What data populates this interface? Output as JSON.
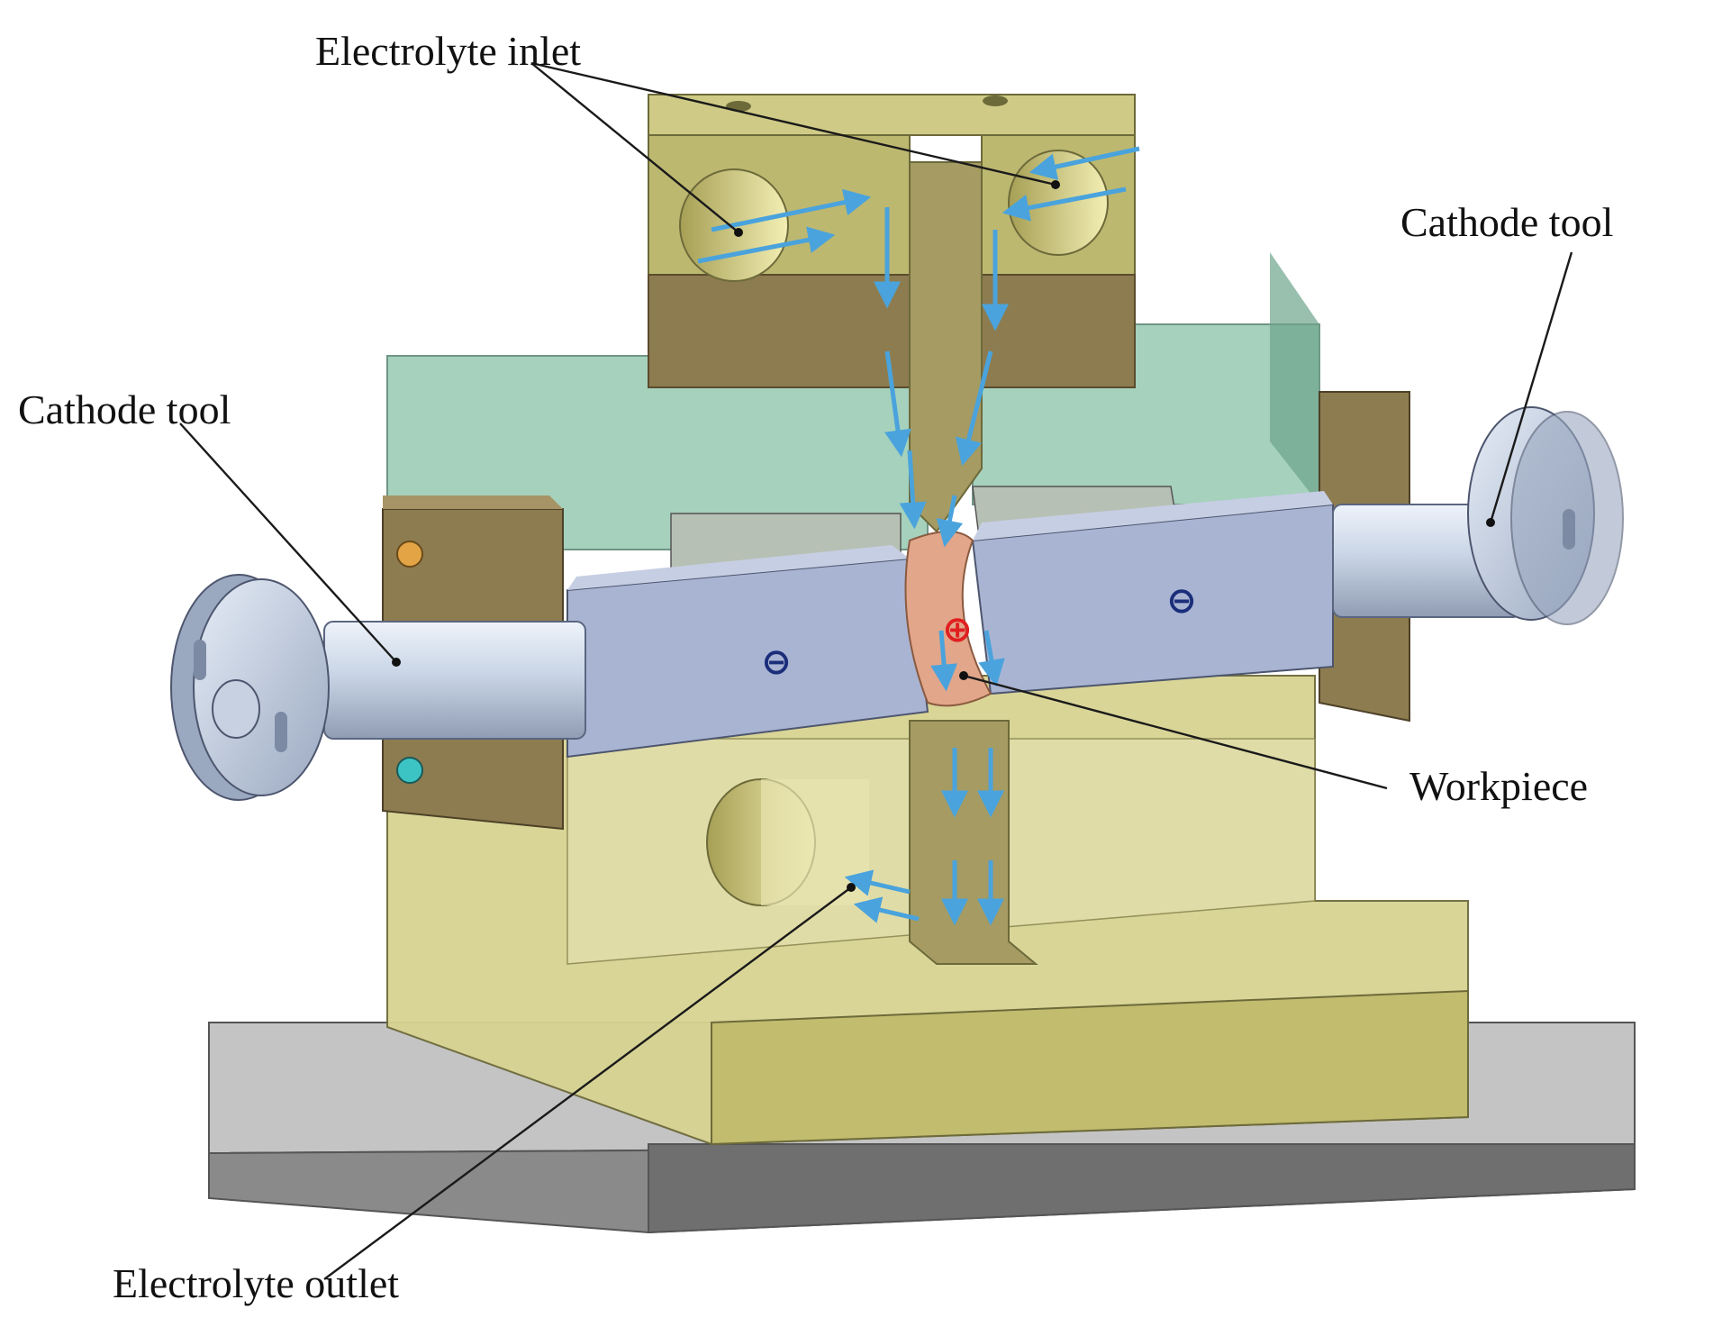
{
  "labels": {
    "electrolyte_inlet": "Electrolyte inlet",
    "cathode_tool_left": "Cathode tool",
    "cathode_tool_right": "Cathode tool",
    "workpiece": "Workpiece",
    "electrolyte_outlet": "Electrolyte outlet"
  },
  "symbols": {
    "cathode_sign": "⊖",
    "anode_sign": "⊕"
  },
  "colors": {
    "fixture_yellow": "#c9c47c",
    "fixture_brown": "#8a7a50",
    "cover_green": "#7dbfa3",
    "cathode_block": "#a9b4d3",
    "cathode_shaft": "#c8d4e6",
    "workpiece": "#e2a68a",
    "flow_arrow": "#4aa3dc",
    "base_plate": "#9a9a9a",
    "cathode_sign": "#1a2e7a",
    "anode_sign": "#e02020"
  }
}
